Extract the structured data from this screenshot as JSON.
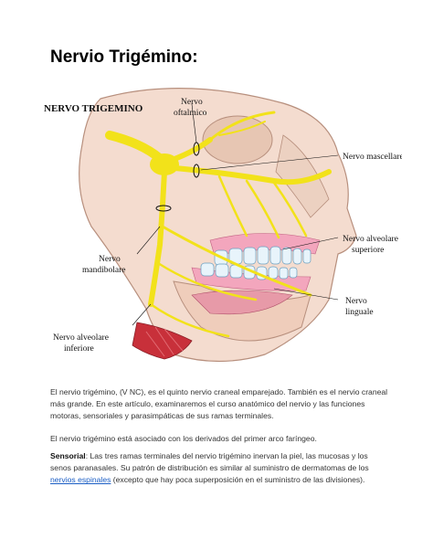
{
  "title": "Nervio Trigémino:",
  "figure_labels": {
    "nervo_trigemino": "NERVO TRIGEMINO",
    "nervo_oftalmico_1": "Nervo",
    "nervo_oftalmico_2": "oftalmico",
    "nervo_mascellare": "Nervo mascellare",
    "nervo_alveolare_sup_1": "Nervo alveolare",
    "nervo_alveolare_sup_2": "superiore",
    "nervo_mandibolare_1": "Nervo",
    "nervo_mandibolare_2": "mandibolare",
    "nervo_linguale_1": "Nervo",
    "nervo_linguale_2": "linguale",
    "nervo_alveolare_inf_1": "Nervo alveolare",
    "nervo_alveolare_inf_2": "inferiore"
  },
  "paragraphs": {
    "p1": "El nervio trigémino, (V NC), es el quinto nervio craneal emparejado. También es el nervio craneal más grande. En este artículo, examinaremos el curso anatómico del nervio y las funciones motoras, sensoriales y parasimpáticas de sus ramas terminales.",
    "p2": "El nervio trigémino está asociado con los derivados del primer arco faríngeo.",
    "p3_label": "Sensorial",
    "p3_before_link": ": Las tres ramas terminales del nervio trigémino inervan la piel, las mucosas y los senos paranasales. Su patrón de distribución es similar al suministro de dermatomas de los ",
    "p3_link": "nervios espinales",
    "p3_after_link": " (excepto que hay poca superposición en el suministro de las divisiones)."
  },
  "colors": {
    "nerve": "#f2e21a",
    "skin": "#f3d6c4",
    "muscle": "#c8303a",
    "gum": "#f3a6bd",
    "teeth": "#e8f4fb",
    "link": "#1a5dc4"
  }
}
